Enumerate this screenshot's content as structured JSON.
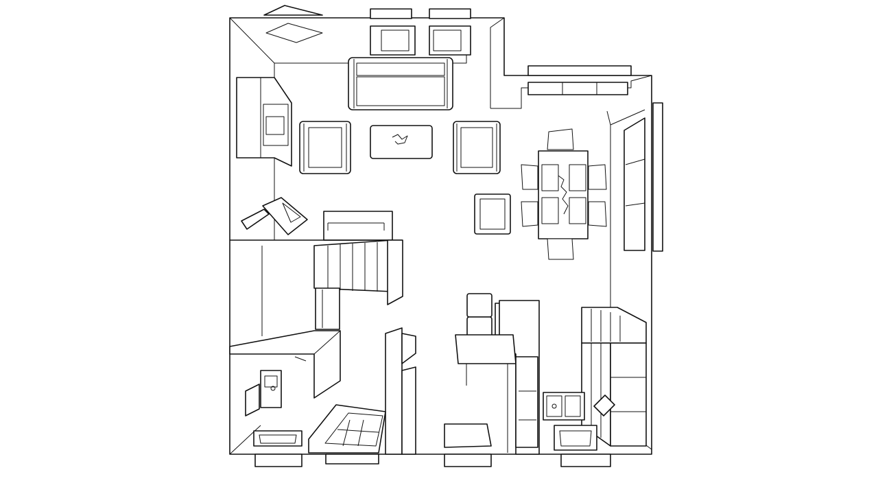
{
  "diagram": {
    "kind": "isometric-floor-plan",
    "style": "black line drawing on white",
    "colors": {
      "line": "#111111",
      "background": "#ffffff"
    },
    "rooms": [
      "living-room",
      "dining-area",
      "kitchen",
      "staircase",
      "bathroom",
      "hallway"
    ],
    "furniture": [
      "sofa",
      "armchair-left",
      "armchair-right",
      "coffee-table",
      "tv-cabinet",
      "desk-chair",
      "side-cabinet",
      "small-armchair",
      "dining-table",
      "dining-chairs",
      "fridge",
      "kitchen-counter",
      "sink",
      "stove",
      "washbasin",
      "toilet"
    ]
  }
}
